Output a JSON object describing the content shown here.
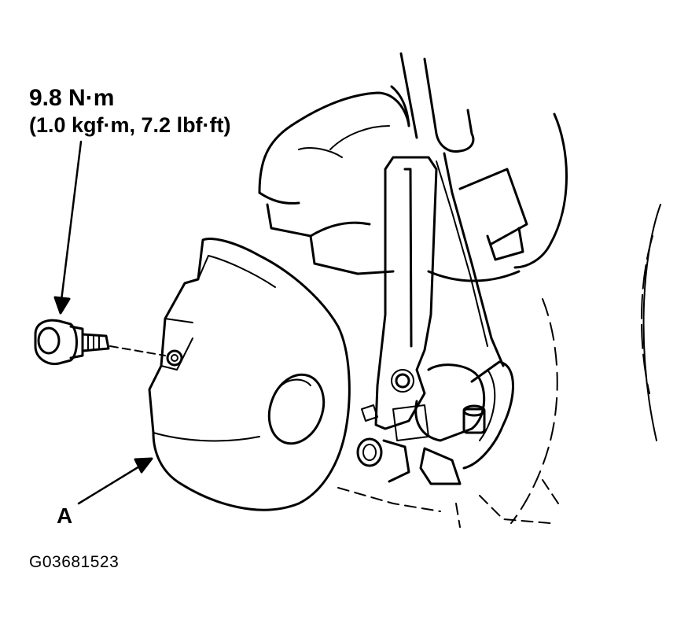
{
  "torque_spec": {
    "line1": "9.8 N·m",
    "line2": "(1.0 kgf·m, 7.2 lbf·ft)"
  },
  "callout_a": "A",
  "figure_id": "G03681523",
  "colors": {
    "line": "#000000",
    "background": "#ffffff"
  }
}
